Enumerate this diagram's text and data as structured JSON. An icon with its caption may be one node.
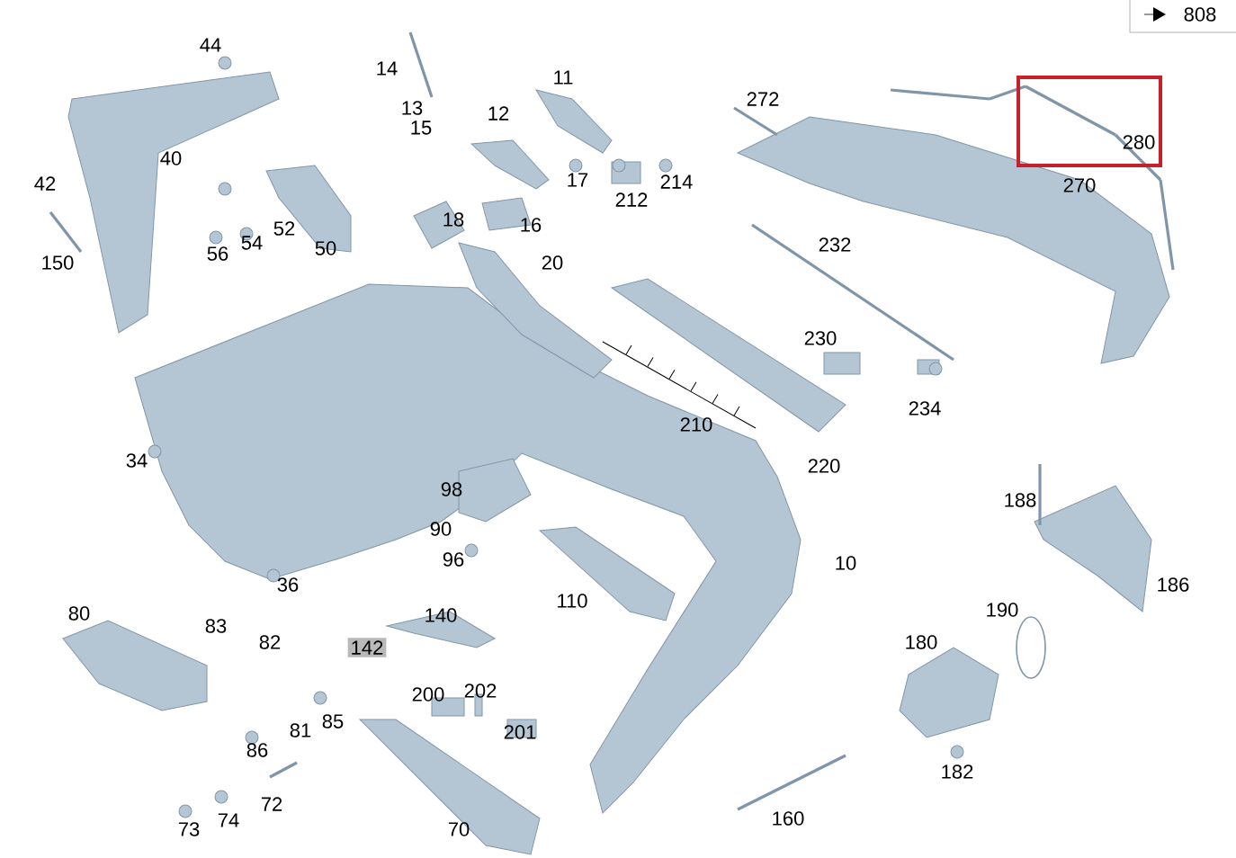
{
  "diagram": {
    "labels": [
      "808",
      "44",
      "14",
      "11",
      "272",
      "13",
      "12",
      "15",
      "280",
      "40",
      "42",
      "17",
      "214",
      "270",
      "212",
      "52",
      "18",
      "16",
      "56",
      "54",
      "50",
      "232",
      "150",
      "20",
      "230",
      "234",
      "210",
      "34",
      "220",
      "98",
      "188",
      "90",
      "96",
      "10",
      "36",
      "186",
      "110",
      "80",
      "140",
      "190",
      "83",
      "82",
      "142",
      "180",
      "200",
      "202",
      "85",
      "81",
      "201",
      "86",
      "182",
      "72",
      "73",
      "74",
      "70",
      "160"
    ]
  }
}
